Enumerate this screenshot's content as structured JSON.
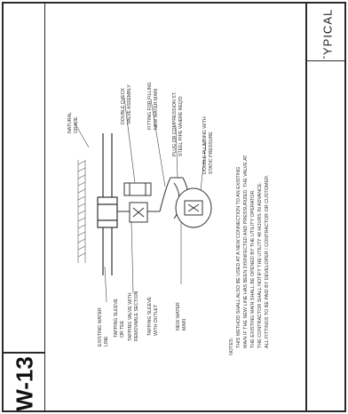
{
  "sheet": {
    "header_title": "TYPICAL I",
    "sheet_number": "W-13"
  },
  "drawing": {
    "labels": {
      "natural_grade": [
        "NATURAL",
        "GRADE"
      ],
      "double_check": [
        "DOUBLE CHECK",
        "VALVE ASSEMBLY"
      ],
      "fitting_line": [
        "FITTING FOR FILLING",
        "NEW WATER MAIN"
      ],
      "fitting_connection": [
        "PLUG OR COMPRESSION ST.",
        "STEEL PIPE WHERE REQ'D"
      ],
      "plumbing": [
        "DOUBLE PLUMBING WITH",
        "STATIC PRESSURE"
      ],
      "existing_water": [
        "EXISTING WATER",
        "LINE"
      ],
      "tapping_sleeve": [
        "TAPPING SLEEVE",
        "OR TEE"
      ],
      "tapping_valve": [
        "TAPPING VALVE WITH",
        "REMOVABLE SECTION"
      ],
      "tapping_sleeve_2": [
        "TAPPING SLEEVE",
        "WITH OUTLET"
      ],
      "new_water": [
        "NEW WATER",
        "MAIN"
      ]
    },
    "notes": {
      "heading": "NOTES:",
      "items": [
        "THIS METHOD SHALL ALSO BE USED AT A NEW CONNECTION TO AN EXISTING",
        "MAIN IF THE NEW LINE HAS BEEN DISINFECTED AND PRESSURIZED. THE VALVE AT",
        "THE EXISTING MAIN SHALL BE OPENED BY THE UTILITY OPERATOR.",
        "THE CONTRACTOR SHALL NOTIFY THE UTILITY 48 HOURS IN ADVANCE.",
        "ALL FITTINGS TO BE PAID BY DEVELOPER / CONTRACTOR OR CUSTOMER."
      ]
    }
  }
}
